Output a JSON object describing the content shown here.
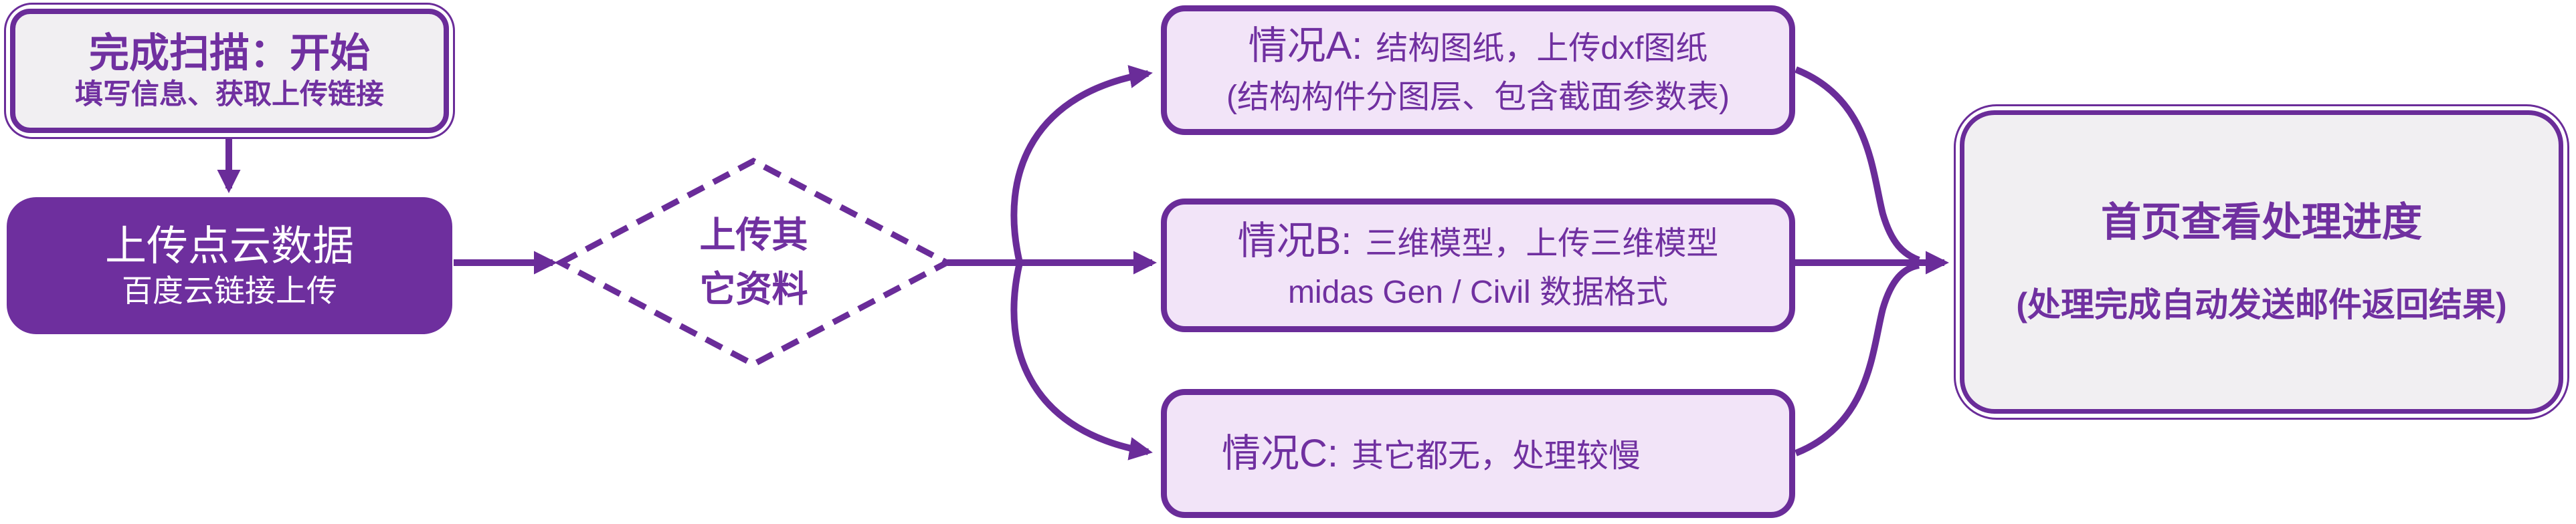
{
  "colors": {
    "stroke": "#6a2c99",
    "text-purple": "#7030a0",
    "solid": "#6e2f9e",
    "lavender": "#f2e4f8",
    "paper": "#f1eff2",
    "bg": "#ffffff"
  },
  "nodes": {
    "start": {
      "title": "完成扫描：开始",
      "subtitle": "填写信息、获取上传链接"
    },
    "upload": {
      "title": "上传点云数据",
      "subtitle": "百度云链接上传"
    },
    "decision": {
      "line1": "上传其",
      "line2": "它资料"
    },
    "caseA": {
      "label": "情况A:",
      "text": "结构图纸，上传dxf图纸",
      "line2": "(结构构件分图层、包含截面参数表)"
    },
    "caseB": {
      "label": "情况B:",
      "text": "三维模型，上传三维模型",
      "line2": "midas Gen / Civil 数据格式"
    },
    "caseC": {
      "label": "情况C:",
      "text": "其它都无，处理较慢"
    },
    "result": {
      "title": "首页查看处理进度",
      "subtitle": "(处理完成自动发送邮件返回结果)"
    }
  }
}
